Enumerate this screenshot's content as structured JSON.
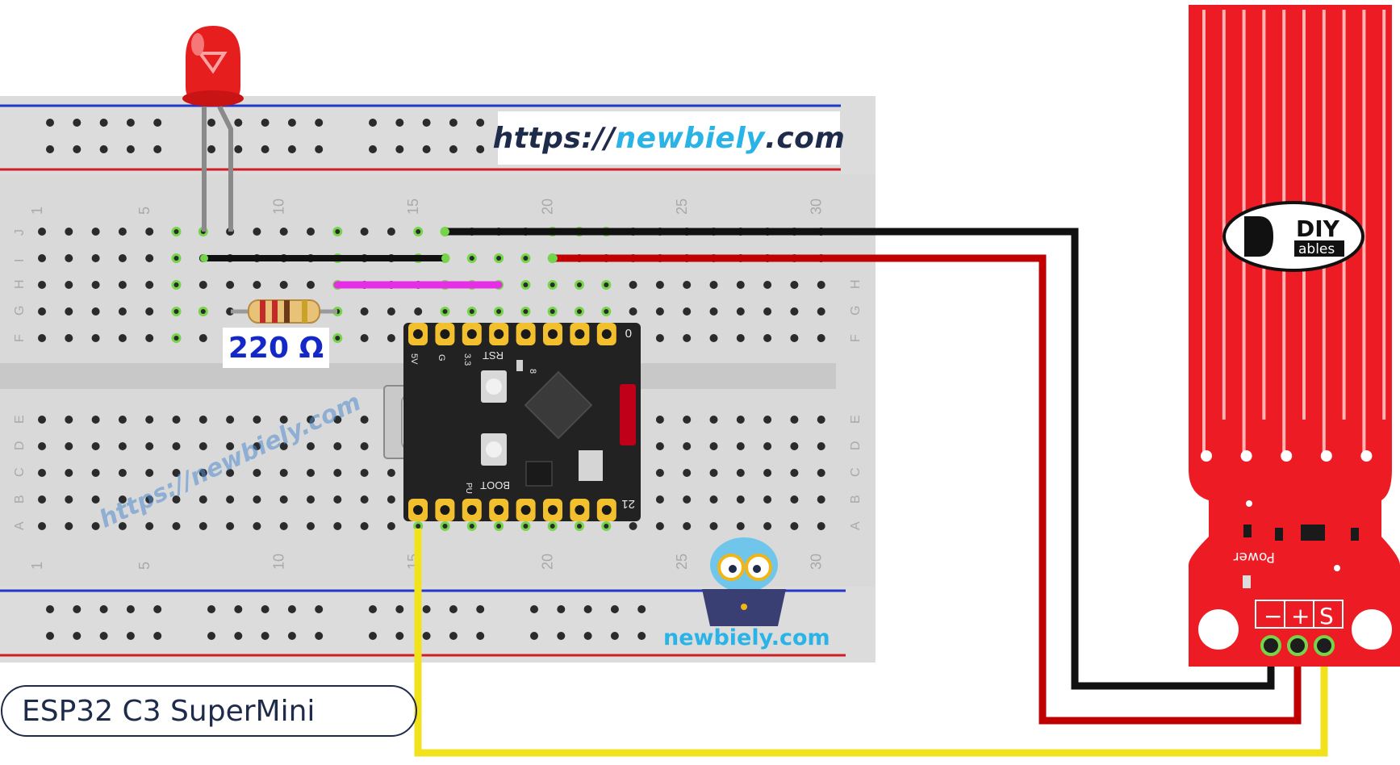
{
  "labels": {
    "url_prefix": "https://",
    "url_domain": "newbiely",
    "url_tld": ".com",
    "resistor_value": "220 Ω",
    "board_name": "ESP32 C3 SuperMini",
    "owl_brand": "newbiely.com",
    "watermark": "https://newbiely.com",
    "sensor_brand_top": "DIY",
    "sensor_brand_bottom": "ables",
    "sensor_power_label": "Power",
    "pin_minus": "−",
    "pin_plus": "+",
    "pin_signal": "S",
    "board_pin_top": "0",
    "board_pin_bottom": "21",
    "board_rst": "RST",
    "board_boot": "BOOT",
    "board_5v": "5V",
    "board_g": "G",
    "board_3v3": "3.3",
    "board_pu": "PU",
    "board_8": "8"
  },
  "breadboard": {
    "column_numbers": [
      "1",
      "5",
      "10",
      "15",
      "20",
      "25",
      "30"
    ],
    "row_letters_top": [
      "J",
      "I",
      "H",
      "G",
      "F"
    ],
    "row_letters_bottom": [
      "E",
      "D",
      "C",
      "B",
      "A"
    ]
  },
  "colors": {
    "board_bg": "#d9d9d9",
    "rail_blue": "#2437c8",
    "rail_red": "#d01e26",
    "wire_black": "#111111",
    "wire_red": "#c00000",
    "wire_yellow": "#f2e21c",
    "wire_magenta": "#e62ee6",
    "sensor_red": "#ed1c24",
    "led_red": "#e61e1e",
    "hole_green": "#76d44a",
    "brand_navy": "#1f2b4a",
    "brand_cyan": "#2ab3e6"
  }
}
